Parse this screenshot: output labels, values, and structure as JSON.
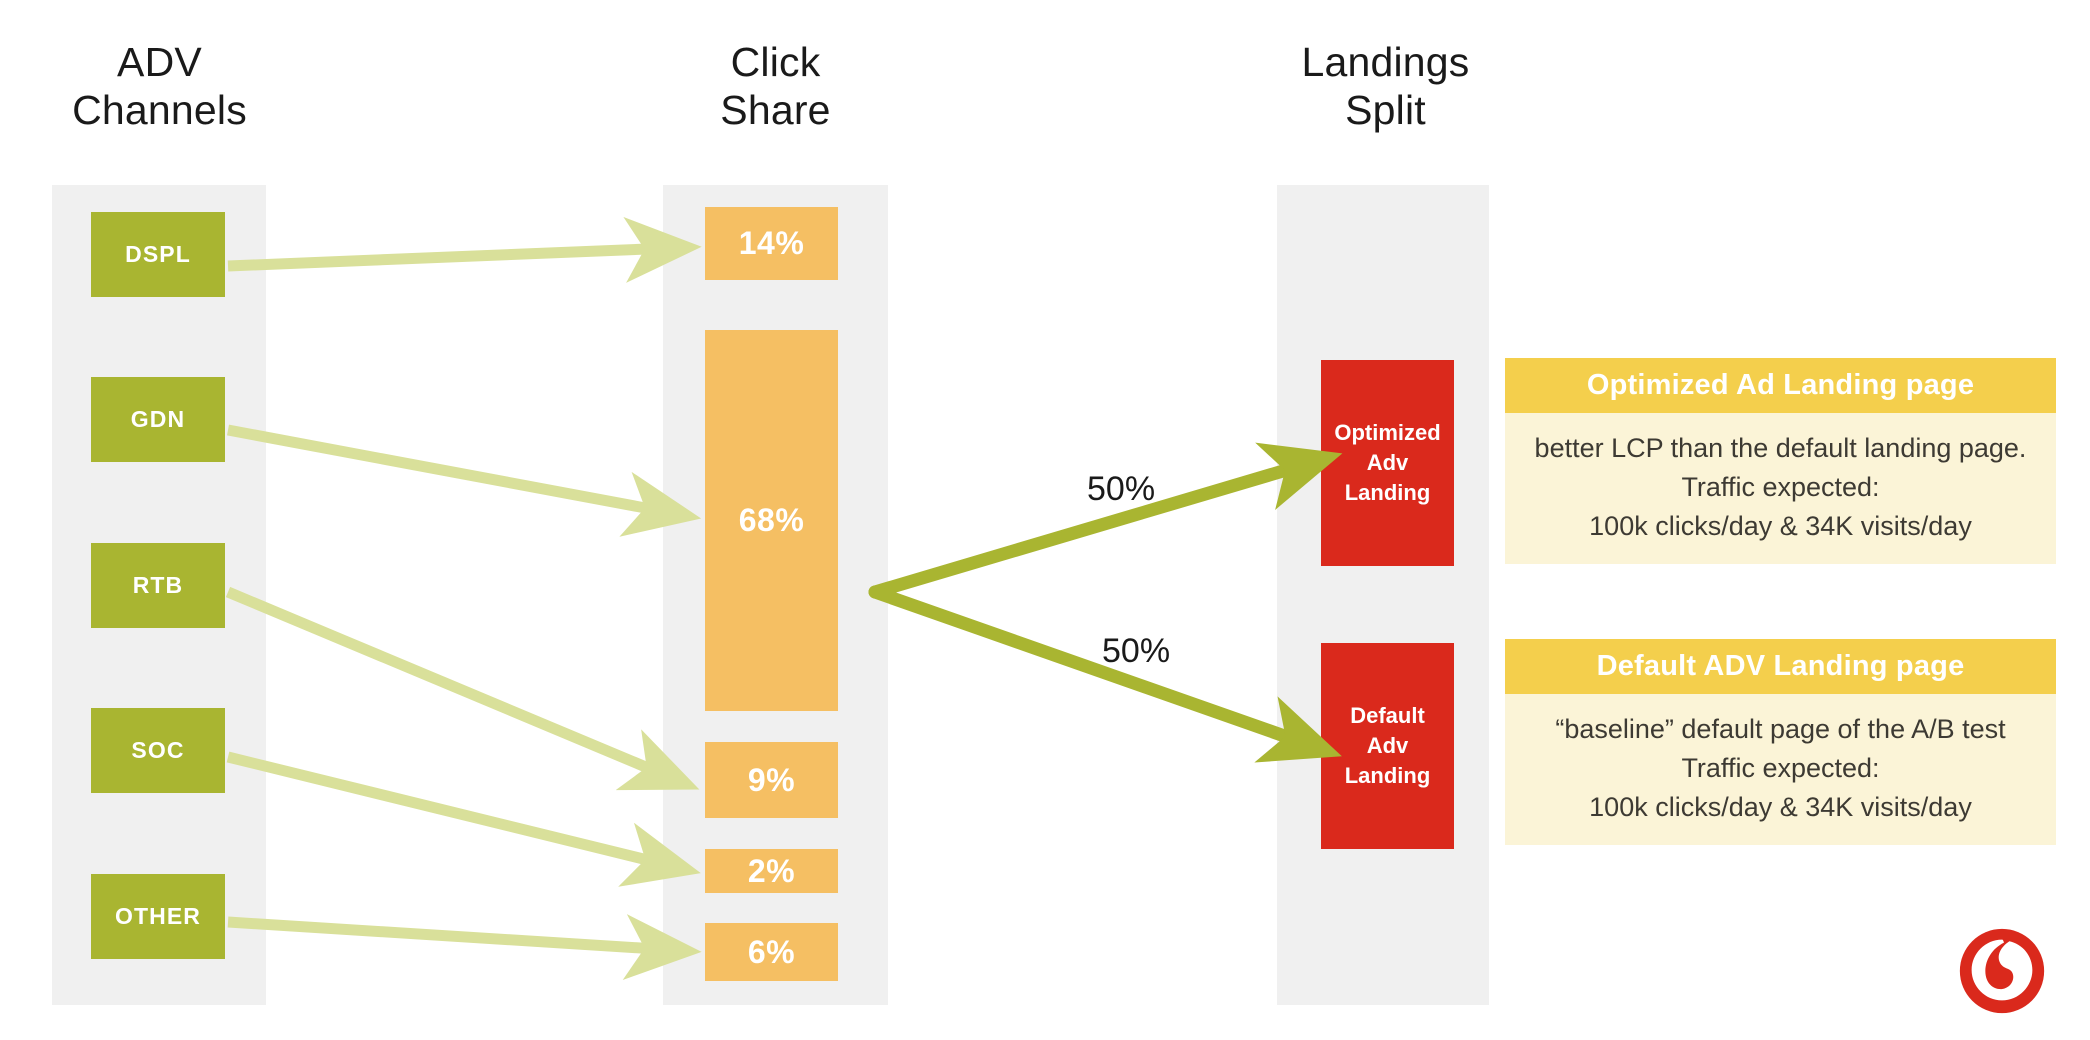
{
  "columns": [
    {
      "id": "adv-channels",
      "title_line1": "ADV",
      "title_line2": "Channels"
    },
    {
      "id": "click-share",
      "title_line1": "Click",
      "title_line2": "Share"
    },
    {
      "id": "landings",
      "title_line1": "Landings",
      "title_line2": "Split"
    }
  ],
  "channels": [
    {
      "label": "DSPL"
    },
    {
      "label": "GDN"
    },
    {
      "label": "RTB"
    },
    {
      "label": "SOC"
    },
    {
      "label": "OTHER"
    }
  ],
  "click_share": [
    {
      "label": "14%"
    },
    {
      "label": "68%"
    },
    {
      "label": "9%"
    },
    {
      "label": "2%"
    },
    {
      "label": "6%"
    }
  ],
  "landings": [
    {
      "line1": "Optimized",
      "line2": "Adv",
      "line3": "Landing"
    },
    {
      "line1": "Default",
      "line2": "Adv",
      "line3": "Landing"
    }
  ],
  "split_labels": [
    {
      "label": "50%"
    },
    {
      "label": "50%"
    }
  ],
  "info_panels": [
    {
      "title": "Optimized Ad Landing page",
      "lines": [
        "better LCP than the default landing page.",
        "Traffic expected:",
        "100k clicks/day  & 34K visits/day"
      ]
    },
    {
      "title": "Default ADV Landing page",
      "lines": [
        "“baseline” default page of the A/B test",
        "Traffic expected:",
        "100k clicks/day  & 34K visits/day"
      ]
    }
  ],
  "logo": {
    "name": "vodafone-logo"
  },
  "chart_data": {
    "type": "bar",
    "title": "ADV Channels → Click Share → Landings Split",
    "categories": [
      "DSPL",
      "GDN",
      "RTB",
      "SOC",
      "OTHER"
    ],
    "values": [
      14,
      68,
      9,
      2,
      6
    ],
    "xlabel": "ADV Channels",
    "ylabel": "Click Share",
    "unit": "%",
    "split": {
      "categories": [
        "Optimized Adv Landing",
        "Default Adv Landing"
      ],
      "values": [
        50,
        50
      ]
    },
    "grid": false,
    "legend": "none"
  },
  "colors": {
    "band": "#f0f0f0",
    "channel": "#a9b531",
    "share": "#f5bf63",
    "landing": "#da291c",
    "arrow_light": "#d9e09a",
    "arrow_dark": "#a9b531",
    "panel_head": "#f4cf4c",
    "panel_body": "#fbf4d7",
    "logo_red": "#da291c"
  }
}
